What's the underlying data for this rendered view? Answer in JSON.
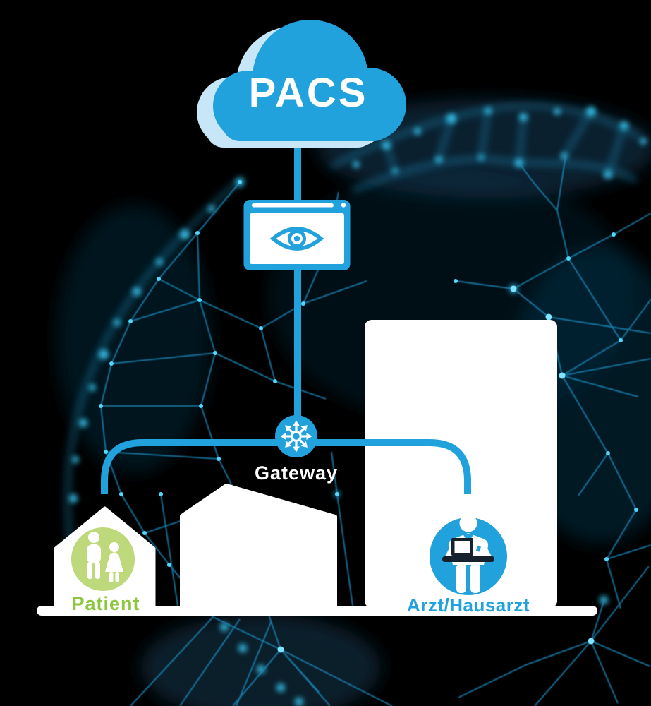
{
  "theme": {
    "colors": {
      "primary_blue": "#22A2DC",
      "light_blue": "#C7E6F7",
      "green_circle": "#BDD97B",
      "green_text": "#8DC63F",
      "white": "#FFFFFF",
      "background": "#000000",
      "laptop_dark": "#15222E",
      "plexus_line": "#1A8FC2",
      "plexus_dot": "#52D6FA"
    }
  },
  "nodes": {
    "pacs": {
      "label": "PACS",
      "icon": "cloud-icon"
    },
    "viewer": {
      "icon": "browser-window-icon",
      "symbol": "eye-icon"
    },
    "gateway": {
      "label": "Gateway",
      "icon": "crossroads-router-icon"
    },
    "patient": {
      "label": "Patient",
      "icon": "family-couple-icon",
      "building": "house-icon"
    },
    "clinic": {
      "building": "clinic-building-icon"
    },
    "doctor": {
      "label": "Arzt/Hausarzt",
      "icon": "doctor-with-laptop-icon",
      "building": "tall-building-icon"
    }
  }
}
